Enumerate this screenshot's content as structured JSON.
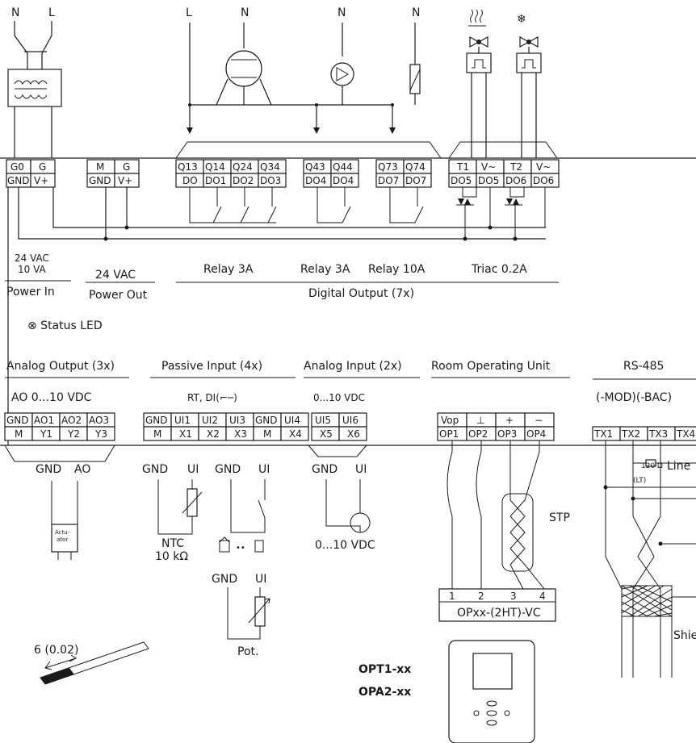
{
  "supply": {
    "n": "N",
    "l": "L"
  },
  "tops": {
    "load_l": "L",
    "load_n": "N"
  },
  "icons": [
    "heat-valve-icon",
    "cool-valve-icon",
    "compressor-icon",
    "pump-icon",
    "fan-icon"
  ],
  "power_in": {
    "top": [
      "G0",
      "G"
    ],
    "bottom": [
      "GND",
      "V+"
    ],
    "spec1": "24 VAC",
    "spec2": "10 VA",
    "label": "Power In"
  },
  "power_out": {
    "top": [
      "M",
      "G"
    ],
    "bottom": [
      "GND",
      "V+"
    ],
    "spec": "24 VAC",
    "label": "Power Out"
  },
  "relay3a_1": {
    "top": [
      "Q13",
      "Q14",
      "Q24",
      "Q34"
    ],
    "bottom": [
      "DO",
      "DO1",
      "DO2",
      "DO3"
    ],
    "spec": "Relay 3A"
  },
  "relay3a_2": {
    "top": [
      "Q43",
      "Q44"
    ],
    "bottom": [
      "DO4",
      "DO4"
    ],
    "spec": "Relay 3A"
  },
  "relay10a": {
    "top": [
      "Q73",
      "Q74"
    ],
    "bottom": [
      "DO7",
      "DO7"
    ],
    "spec": "Relay 10A"
  },
  "triac": {
    "top": [
      "T1",
      "V~",
      "T2",
      "V~"
    ],
    "bottom": [
      "DO5",
      "DO5",
      "DO6",
      "DO6"
    ],
    "spec": "Triac 0.2A"
  },
  "digital_output_label": "Digital Output (7x)",
  "status_led": "⊗ Status LED",
  "analog_output": {
    "title": "Analog Output (3x)",
    "spec": "AO 0...10 VDC",
    "top": [
      "GND",
      "AO1",
      "AO2",
      "AO3"
    ],
    "bottom": [
      "M",
      "Y1",
      "Y2",
      "Y3"
    ],
    "gnd": "GND",
    "ao": "AO",
    "actuator1": "Actu-",
    "actuator2": "ator"
  },
  "passive_input": {
    "title": "Passive Input (4x)",
    "spec": "RT, DI(⌐─)",
    "top": [
      "GND",
      "UI1",
      "UI2",
      "UI3",
      "GND",
      "UI4"
    ],
    "bottom": [
      "M",
      "X1",
      "X2",
      "X3",
      "M",
      "X4"
    ],
    "gnd": "GND",
    "ui": "UI",
    "ntc1": "NTC",
    "ntc2": "10 kΩ",
    "pot": "Pot."
  },
  "analog_input": {
    "title": "Analog Input (2x)",
    "spec": "0...10 VDC",
    "top": [
      "UI5",
      "UI6"
    ],
    "bottom": [
      "X5",
      "X6"
    ],
    "gnd": "GND",
    "ui": "UI",
    "range": "0...10 VDC"
  },
  "room_unit": {
    "title": "Room Operating Unit",
    "top": [
      "Vop",
      "⊥",
      "+",
      "−"
    ],
    "bottom": [
      "OP1",
      "OP2",
      "OP3",
      "OP4"
    ],
    "stp": "STP",
    "pins": [
      "1",
      "2",
      "3",
      "4"
    ],
    "model": "OPxx-(2HT)-VC"
  },
  "rs485": {
    "title": "RS-485",
    "sub": "(-MOD)(-BAC)",
    "terms": [
      "TX1",
      "TX2",
      "TX3",
      "TX4"
    ],
    "res1": "120 Ω",
    "res2": "(LT)",
    "line": "Line",
    "shield": "Shie"
  },
  "strip": {
    "len": "6 (0.02)"
  },
  "products": {
    "p1": "OPT1-xx",
    "p2": "OPA2-xx"
  }
}
